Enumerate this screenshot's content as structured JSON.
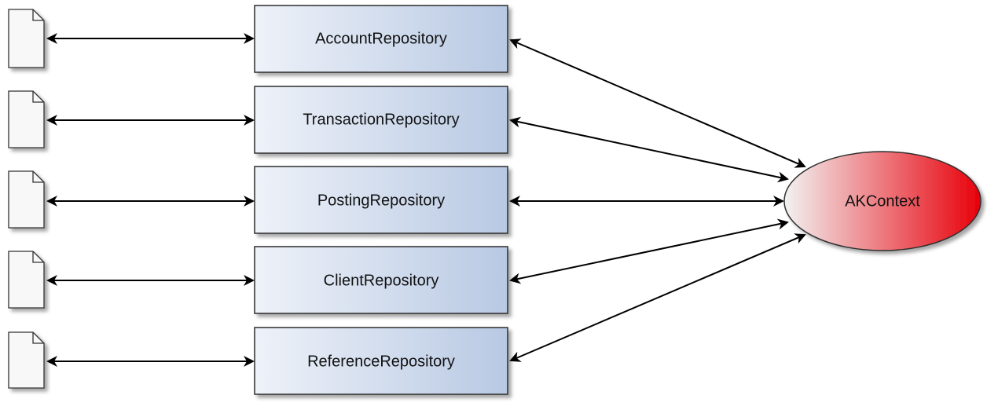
{
  "diagram": {
    "repositories": [
      {
        "label": "AccountRepository"
      },
      {
        "label": "TransactionRepository"
      },
      {
        "label": "PostingRepository"
      },
      {
        "label": "ClientRepository"
      },
      {
        "label": "ReferenceRepository"
      }
    ],
    "context": {
      "label": "AKContext"
    },
    "colors": {
      "repo_fill_left": "#eef2f9",
      "repo_fill_right": "#b8c9e3",
      "repo_stroke": "#2f2f2f",
      "context_fill_left": "#f2f2f2",
      "context_fill_right": "#e8000a",
      "document_fill": "#f8f8f8",
      "arrow": "#000000"
    },
    "icons": {
      "document": "document-icon"
    }
  }
}
